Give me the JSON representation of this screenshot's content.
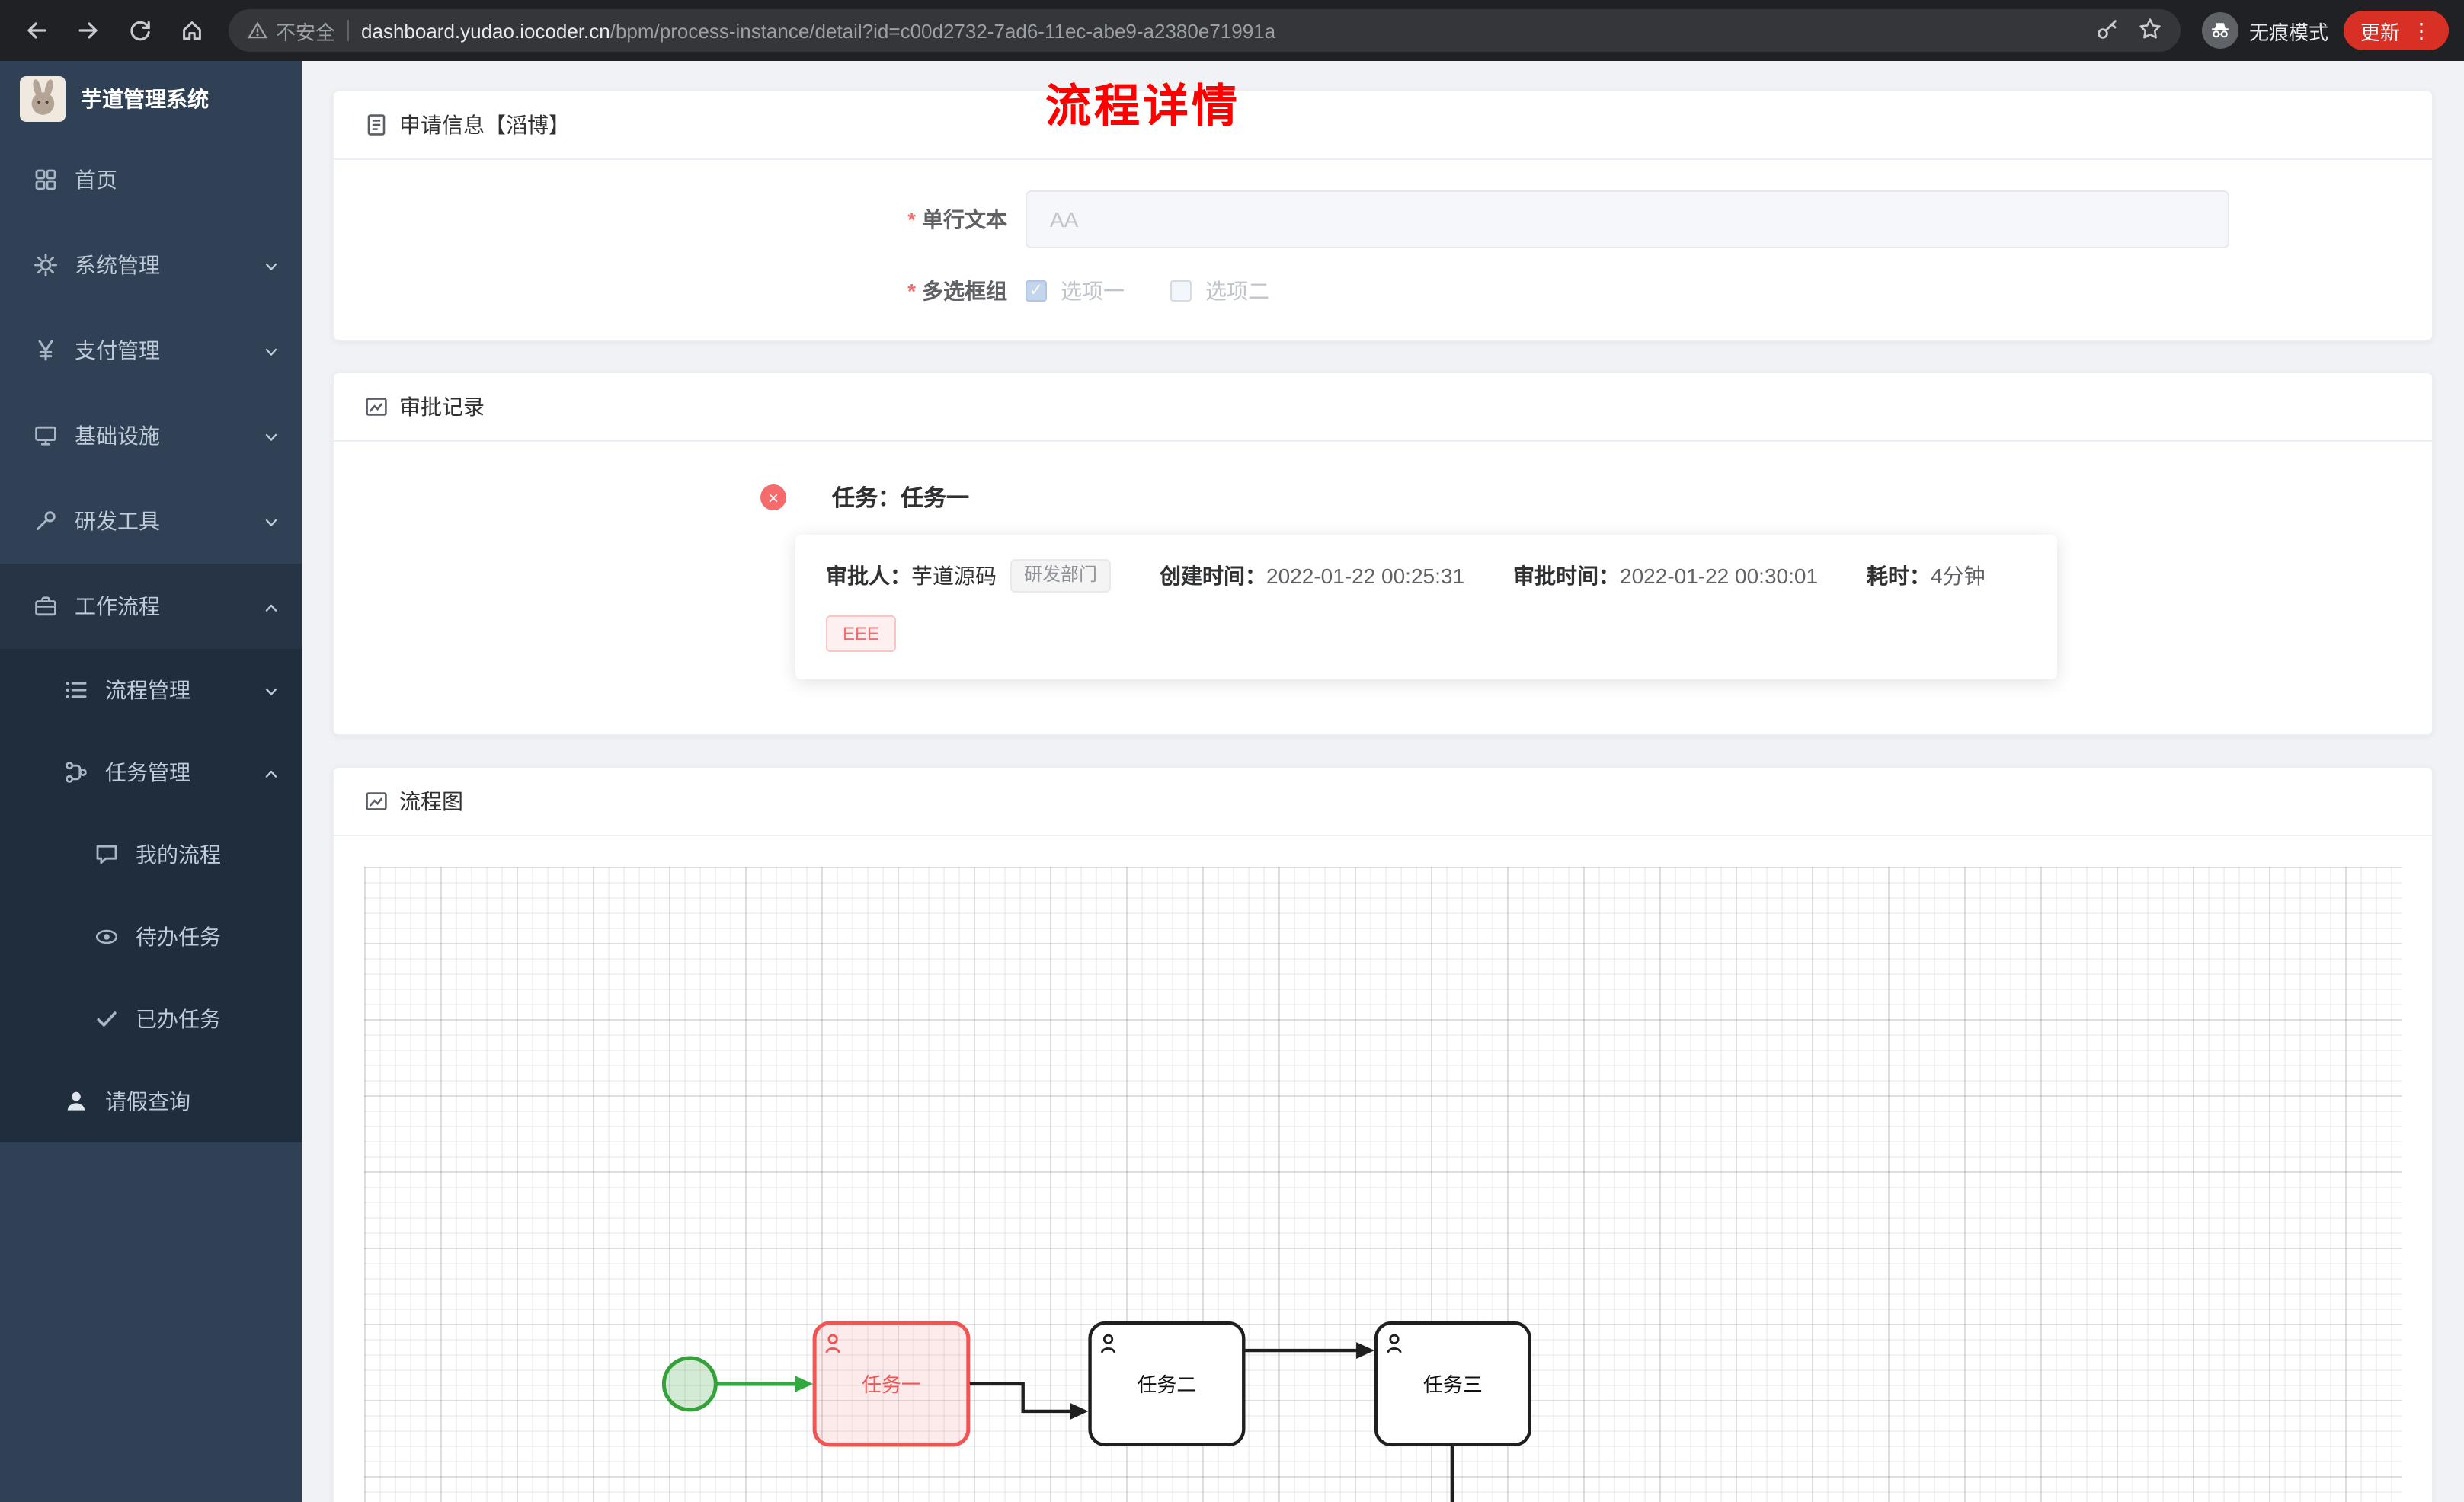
{
  "browser": {
    "security_label": "不安全",
    "url_domain": "dashboard.yudao.iocoder.cn",
    "url_path": "/bpm/process-instance/detail?id=c00d2732-7ad6-11ec-abe9-a2380e71991a",
    "incognito_label": "无痕模式",
    "update_label": "更新"
  },
  "sidebar": {
    "logo_title": "芋道管理系统",
    "items": [
      {
        "label": "首页"
      },
      {
        "label": "系统管理"
      },
      {
        "label": "支付管理"
      },
      {
        "label": "基础设施"
      },
      {
        "label": "研发工具"
      },
      {
        "label": "工作流程"
      },
      {
        "label": "流程管理"
      },
      {
        "label": "任务管理"
      },
      {
        "label": "我的流程"
      },
      {
        "label": "待办任务"
      },
      {
        "label": "已办任务"
      },
      {
        "label": "请假查询"
      }
    ]
  },
  "page": {
    "title": "流程详情"
  },
  "apply_card": {
    "title": "申请信息【滔博】",
    "text_field": {
      "label": "单行文本",
      "placeholder": "AA",
      "required": true
    },
    "checkbox_group": {
      "label": "多选框组",
      "required": true,
      "options": [
        {
          "label": "选项一",
          "checked": true
        },
        {
          "label": "选项二",
          "checked": false
        }
      ]
    }
  },
  "approval_card": {
    "title": "审批记录",
    "task_title": "任务：任务一",
    "approver_label": "审批人：",
    "approver": "芋道源码",
    "dept_tag": "研发部门",
    "create_label": "创建时间：",
    "create_time": "2022-01-22 00:25:31",
    "approve_label": "审批时间：",
    "approve_time": "2022-01-22 00:30:01",
    "duration_label": "耗时：",
    "duration": "4分钟",
    "comment_tag": "EEE"
  },
  "diagram_card": {
    "title": "流程图",
    "nodes": [
      {
        "label": "任务一",
        "status": "current"
      },
      {
        "label": "任务二",
        "status": "pending"
      },
      {
        "label": "任务三",
        "status": "pending"
      }
    ]
  },
  "colors": {
    "sidebar_bg": "#304156",
    "submenu_bg": "#1f2d3d",
    "danger": "#f56c6c",
    "task_highlight": "#f25353",
    "start_event_green": "#35a13a",
    "update_button": "#d93025",
    "page_title_red": "#ff0000"
  }
}
